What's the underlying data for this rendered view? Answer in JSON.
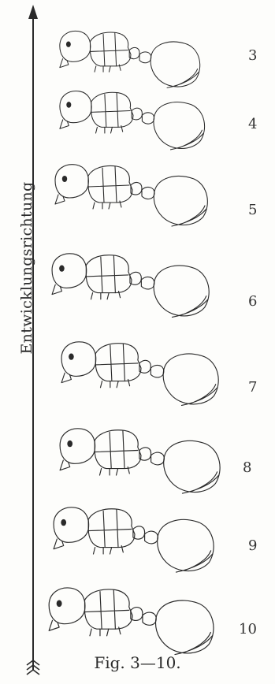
{
  "axis_label": "Entwicklungsrichtung",
  "caption": "Fig. 3—10.",
  "specimens": [
    {
      "number": "3"
    },
    {
      "number": "4"
    },
    {
      "number": "5"
    },
    {
      "number": "6"
    },
    {
      "number": "7"
    },
    {
      "number": "8"
    },
    {
      "number": "9"
    },
    {
      "number": "10"
    }
  ],
  "colors": {
    "ink": "#2a2a2a",
    "paper": "#fdfdfb"
  }
}
